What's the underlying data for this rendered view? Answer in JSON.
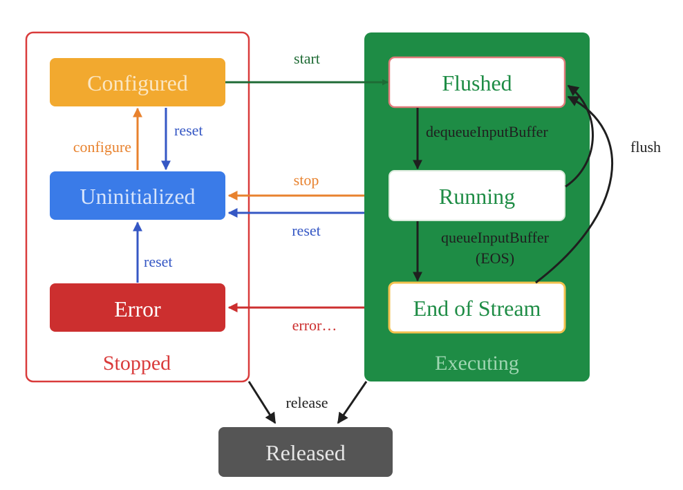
{
  "groups": {
    "stopped": {
      "label": "Stopped"
    },
    "executing": {
      "label": "Executing"
    }
  },
  "states": {
    "configured": {
      "label": "Configured"
    },
    "uninitialized": {
      "label": "Uninitialized"
    },
    "error": {
      "label": "Error"
    },
    "flushed": {
      "label": "Flushed"
    },
    "running": {
      "label": "Running"
    },
    "end_of_stream": {
      "label": "End of Stream"
    },
    "released": {
      "label": "Released"
    }
  },
  "transitions": {
    "start": "start",
    "configure": "configure",
    "reset_configured": "reset",
    "reset_error": "reset",
    "stop": "stop",
    "reset_executing": "reset",
    "error": "error…",
    "dequeue": "dequeueInputBuffer",
    "queue_line1": "queueInputBuffer",
    "queue_line2": "(EOS)",
    "flush": "flush",
    "release": "release"
  },
  "colors": {
    "stopped_border": "#d93b3b",
    "executing_bg": "#1e8c45",
    "configured": "#f2a92f",
    "uninitialized": "#3a7be8",
    "error": "#cc2f2f",
    "released": "#555555",
    "green_text": "#1e8c45",
    "blue_arrow": "#3557c4",
    "orange_arrow": "#e8822e",
    "red_arrow": "#cc2f2f",
    "dark_green_arrow": "#1f6b35",
    "black_arrow": "#1f1f1f"
  }
}
